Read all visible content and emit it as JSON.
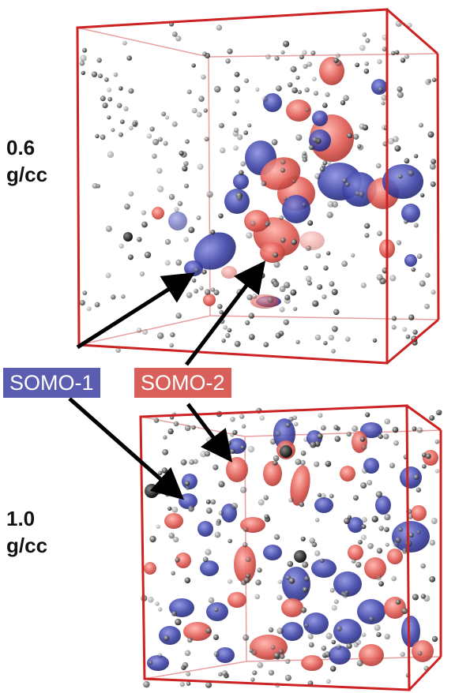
{
  "labels": {
    "panel_top": {
      "value": "0.6",
      "unit": "g/cc"
    },
    "panel_bottom": {
      "value": "1.0",
      "unit": "g/cc"
    },
    "somo1": "SOMO-1",
    "somo2": "SOMO-2"
  },
  "colors": {
    "box_edge": "#cc2222",
    "box_back_edge": "#e8a0a0",
    "somo1": "#4a4fae",
    "somo2": "#d9534f",
    "atom": "#555555",
    "arrow": "#000000"
  },
  "icons": {
    "atom": "grey-sphere-icon",
    "somo1_orbital": "blue-lobe-icon",
    "somo2_orbital": "red-lobe-icon"
  }
}
